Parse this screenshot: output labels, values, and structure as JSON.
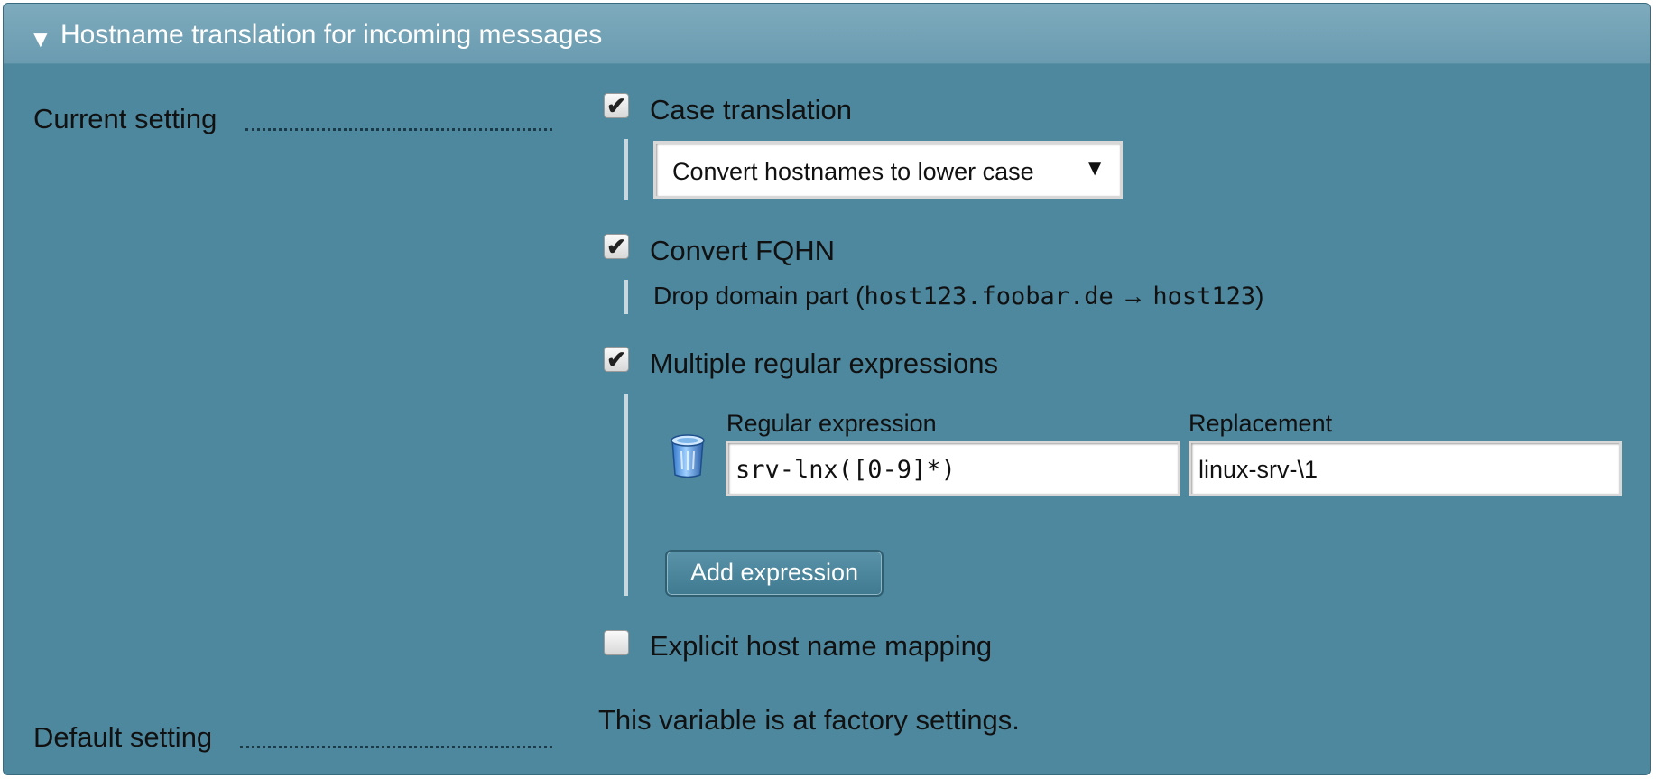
{
  "header": {
    "toggle_icon": "triangle-down",
    "title": "Hostname translation for incoming messages"
  },
  "labels": {
    "current": "Current setting",
    "default": "Default setting"
  },
  "options": {
    "case_translation": {
      "label": "Case translation",
      "checked": true,
      "select_value": "Convert hostnames to lower case",
      "select_arrow": "▼"
    },
    "convert_fqhn": {
      "label": "Convert FQHN",
      "checked": true,
      "desc_prefix": "Drop domain part (",
      "desc_from": "host123.foobar.de",
      "desc_arrow": " → ",
      "desc_to": "host123",
      "desc_suffix": ")"
    },
    "regex": {
      "label": "Multiple regular expressions",
      "checked": true,
      "col_regex": "Regular expression",
      "col_replacement": "Replacement",
      "rows": [
        {
          "regex": "srv-lnx([0-9]*)",
          "replacement": "linux-srv-\\1"
        }
      ],
      "add_button": "Add expression"
    },
    "explicit_mapping": {
      "label": "Explicit host name mapping",
      "checked": false
    }
  },
  "default_text": "This variable is at factory settings.",
  "colors": {
    "panel": "#4e889f",
    "header": "#72a2b5",
    "button": "#4a86a0"
  }
}
